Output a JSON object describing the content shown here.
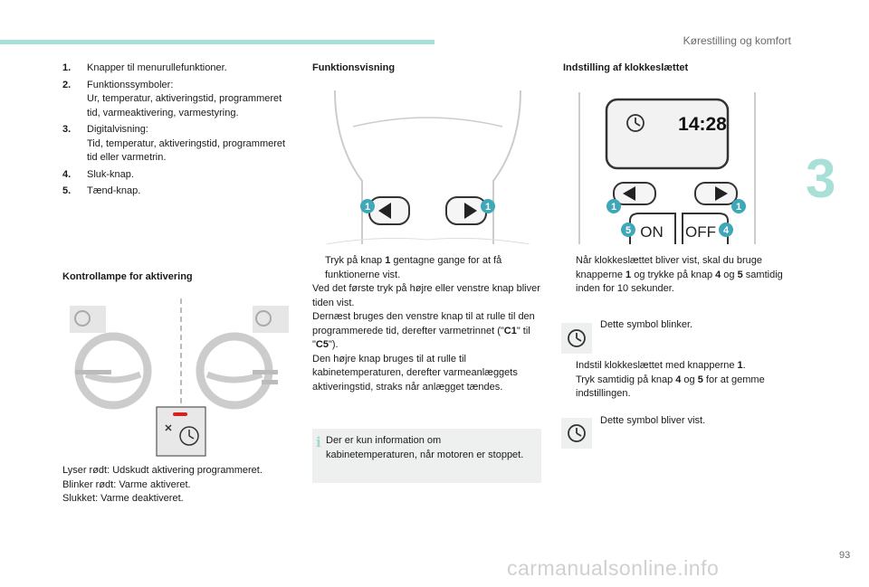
{
  "header": {
    "section_title": "Kørestilling og komfort",
    "chapter": "3",
    "page_number": "93"
  },
  "watermark": "carmanualsonline.info",
  "col1": {
    "list": [
      {
        "n": "1.",
        "text": "Knapper til menurullefunktioner.",
        "sub": ""
      },
      {
        "n": "2.",
        "text": "Funktionssymboler:",
        "sub": "Ur, temperatur, aktiveringstid, programmeret tid, varmeaktivering, varmestyring."
      },
      {
        "n": "3.",
        "text": "Digitalvisning:",
        "sub": "Tid, temperatur, aktiveringstid, programmeret tid eller varmetrin."
      },
      {
        "n": "4.",
        "text": "Sluk-knap.",
        "sub": ""
      },
      {
        "n": "5.",
        "text": "Tænd-knap.",
        "sub": ""
      }
    ],
    "heading": "Kontrollampe for aktivering",
    "status_lines": [
      "Lyser rødt: Udskudt aktivering programmeret.",
      "Blinker rødt: Varme aktiveret.",
      "Slukket: Varme deaktiveret."
    ]
  },
  "col2": {
    "heading": "Funktionsvisning",
    "bullet_a": "Tryk på knap ",
    "bullet_b": "1",
    "bullet_c": " gentagne gange for at få funktionerne vist.",
    "p1": "Ved det første tryk på højre eller venstre knap bliver tiden vist.",
    "p2a": "Dernæst bruges den venstre knap til at rulle til den programmerede tid, derefter varmetrinnet (\"",
    "p2b": "C1",
    "p2c": "\" til \"",
    "p2d": "C5",
    "p2e": "\").",
    "p3": "Den højre knap bruges til at rulle til kabinetemperaturen, derefter varmeanlæggets aktiveringstid, straks når anlægget tændes.",
    "info": "Der er kun information om kabinetemperaturen, når motoren er stoppet."
  },
  "col3": {
    "heading": "Indstilling af klokkeslættet",
    "display_time": "14:28",
    "btn_on": "ON",
    "btn_off": "OFF",
    "b1a": "Når klokkeslættet bliver vist, skal du bruge knapperne ",
    "b1b": "1",
    "b1c": " og trykke på knap ",
    "b1d": "4",
    "b1e": " og ",
    "b1f": "5",
    "b1g": " samtidig inden for 10 sekunder.",
    "sym1_text": "Dette symbol blinker.",
    "b2a": "Indstil klokkeslættet med knapperne ",
    "b2b": "1",
    "b2c": ".",
    "b3a": "Tryk samtidig på knap ",
    "b3b": "4",
    "b3c": " og ",
    "b3d": "5",
    "b3e": " for at gemme indstillingen.",
    "sym2_text": "Dette symbol bliver vist."
  },
  "labels": {
    "one": "1",
    "four": "4",
    "five": "5"
  },
  "bullet_glyph": "",
  "info_glyph": "i",
  "colors": {
    "accent": "#a8e0d8",
    "marker": "#3fa8b8",
    "indicator_red": "#d82020"
  }
}
